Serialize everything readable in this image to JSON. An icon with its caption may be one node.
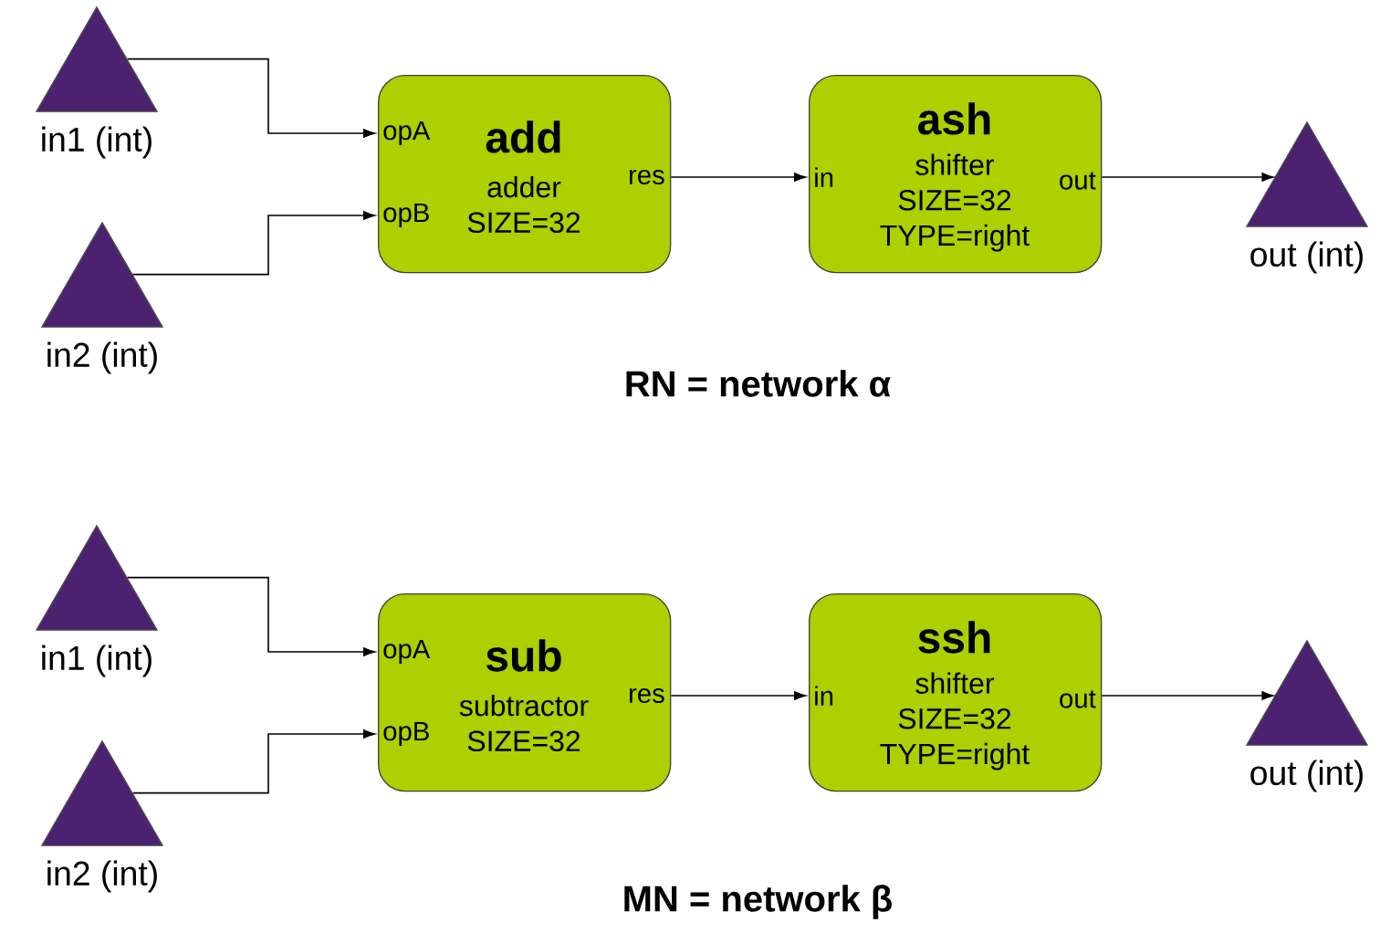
{
  "diagram": {
    "nodes": [
      {
        "text": [],
        "shape": "triangle",
        "beside": [
          "in1 (int)"
        ]
      },
      {
        "text": [],
        "shape": "triangle",
        "beside": [
          "in2 (int)"
        ]
      },
      {
        "text": [
          "add",
          "adder SIZE=32",
          "opA",
          "opB",
          "res"
        ]
      },
      {
        "text": [
          "ash",
          "shifter SIZE=32 TYPE=right",
          "in",
          "out"
        ]
      },
      {
        "text": [],
        "shape": "triangle",
        "beside": [
          "out (int)"
        ]
      },
      {
        "text": [],
        "shape": "triangle",
        "beside": [
          "in1 (int)"
        ]
      },
      {
        "text": [],
        "shape": "triangle",
        "beside": [
          "in2 (int)"
        ]
      },
      {
        "text": [
          "sub",
          "subtractor SIZE=32",
          "opA",
          "opB",
          "res"
        ]
      },
      {
        "text": [
          "ssh",
          "shifter SIZE=32 TYPE=right",
          "in",
          "out"
        ]
      },
      {
        "text": [],
        "shape": "triangle",
        "beside": [
          "out (int)"
        ]
      }
    ],
    "edges": [
      {
        "from": 0,
        "to": 2,
        "arrow": "to"
      },
      {
        "from": 1,
        "to": 2,
        "arrow": "to"
      },
      {
        "from": 2,
        "to": 3,
        "arrow": "to"
      },
      {
        "from": 3,
        "to": 4,
        "arrow": "to"
      },
      {
        "from": 5,
        "to": 7,
        "arrow": "to"
      },
      {
        "from": 6,
        "to": 7,
        "arrow": "to"
      },
      {
        "from": 7,
        "to": 8,
        "arrow": "to"
      },
      {
        "from": 8,
        "to": 9,
        "arrow": "to"
      }
    ],
    "labels": [
      "RN = network α",
      "MN = network β"
    ]
  }
}
